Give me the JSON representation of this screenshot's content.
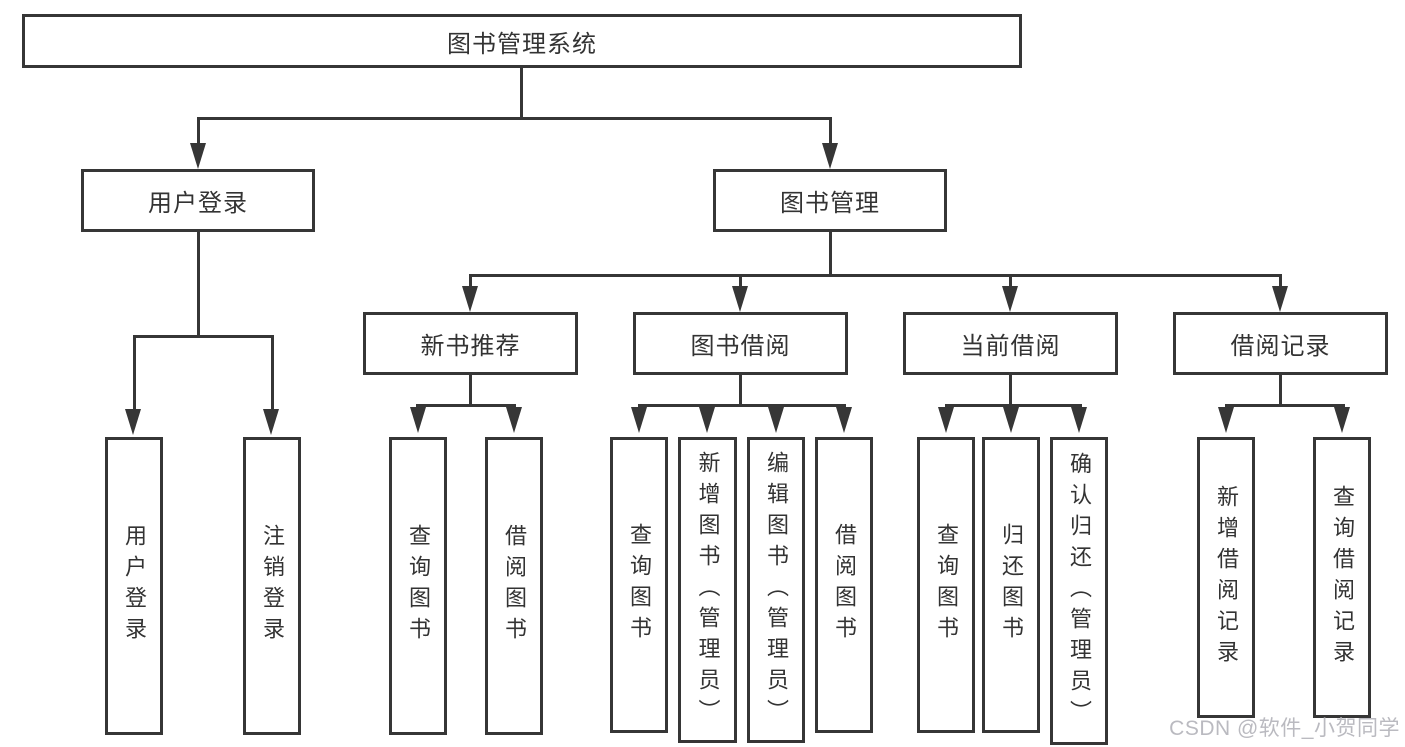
{
  "tree": {
    "root": {
      "label": "图书管理系统"
    },
    "children": [
      {
        "label": "用户登录",
        "children": [
          {
            "label": "用户登录"
          },
          {
            "label": "注销登录"
          }
        ]
      },
      {
        "label": "图书管理",
        "children": [
          {
            "label": "新书推荐",
            "children": [
              {
                "label": "查询图书"
              },
              {
                "label": "借阅图书"
              }
            ]
          },
          {
            "label": "图书借阅",
            "children": [
              {
                "label": "查询图书"
              },
              {
                "label": "新增图书（管理员）"
              },
              {
                "label": "编辑图书（管理员）"
              },
              {
                "label": "借阅图书"
              }
            ]
          },
          {
            "label": "当前借阅",
            "children": [
              {
                "label": "查询图书"
              },
              {
                "label": "归还图书"
              },
              {
                "label": "确认归还（管理员）"
              }
            ]
          },
          {
            "label": "借阅记录",
            "children": [
              {
                "label": "新增借阅记录"
              },
              {
                "label": "查询借阅记录"
              }
            ]
          }
        ]
      }
    ]
  },
  "watermark": {
    "text": "CSDN @软件_小贺同学"
  },
  "colors": {
    "line": "#363636",
    "text": "#333333",
    "watermark": "#babac0",
    "background": "#ffffff"
  }
}
